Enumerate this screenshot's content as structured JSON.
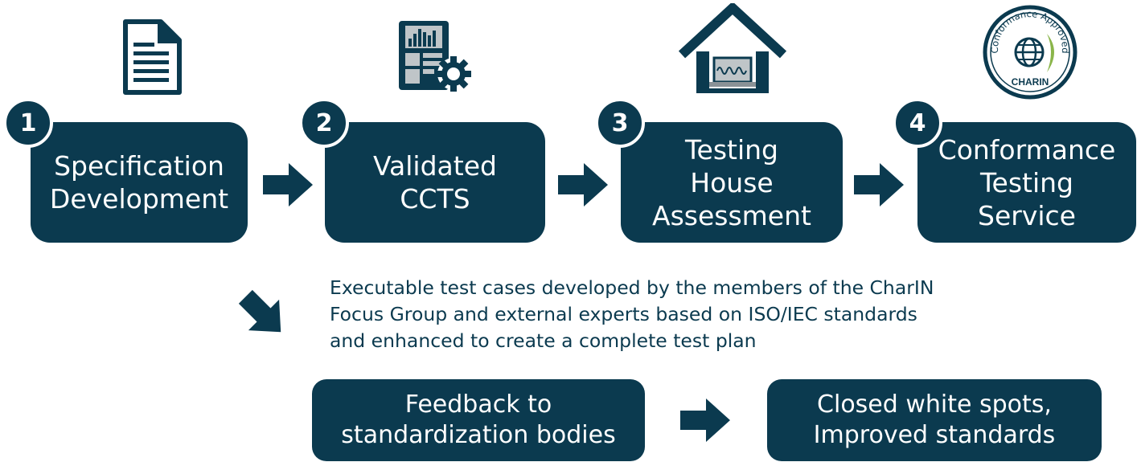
{
  "colors": {
    "primary": "#0b3a4f",
    "accent_green": "#8ab54a",
    "icon_gray": "#bfc5c8"
  },
  "steps": [
    {
      "number": "1",
      "lines": [
        "Specification",
        "Development"
      ],
      "icon": "document-icon"
    },
    {
      "number": "2",
      "lines": [
        "Validated",
        "CCTS"
      ],
      "icon": "dashboard-gear-icon"
    },
    {
      "number": "3",
      "lines": [
        "Testing",
        "House",
        "Assessment"
      ],
      "icon": "house-laptop-icon"
    },
    {
      "number": "4",
      "lines": [
        "Conformance",
        "Testing",
        "Service"
      ],
      "icon": "conformance-approved-seal-icon"
    }
  ],
  "seal": {
    "arc_text": "Conformance Approved",
    "brand": "CHARIN"
  },
  "description_lines": [
    "Executable test cases developed by the members of the CharIN",
    "Focus Group and external experts based on ISO/IEC standards",
    "and enhanced to create a complete test plan"
  ],
  "outcomes": [
    {
      "lines": [
        "Feedback to",
        "standardization bodies"
      ]
    },
    {
      "lines": [
        "Closed white spots,",
        "Improved standards"
      ]
    }
  ]
}
